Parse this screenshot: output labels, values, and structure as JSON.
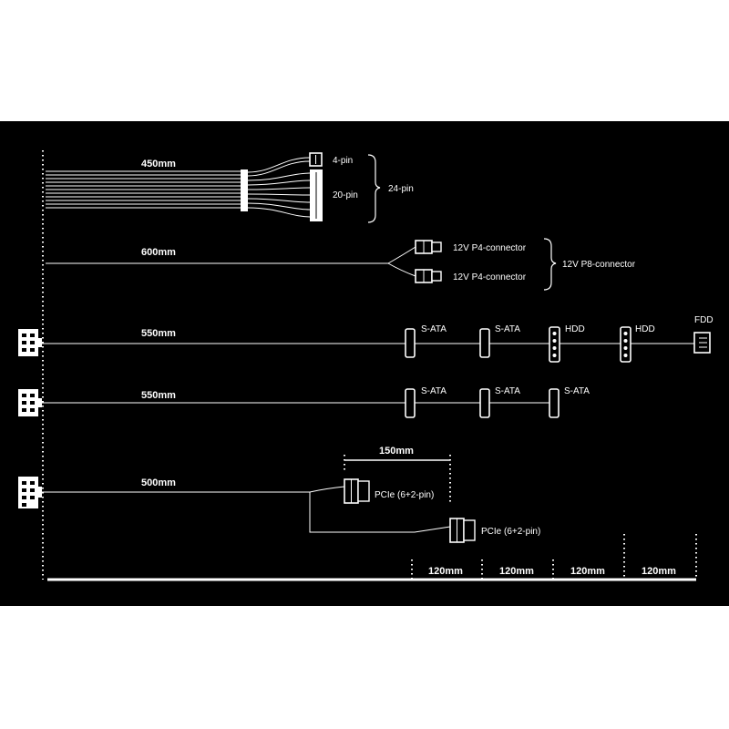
{
  "diagram": {
    "colors": {
      "background": "#000000",
      "foreground": "#ffffff",
      "page": "#ffffff"
    },
    "cable_atx": {
      "length": "450mm",
      "pin4": "4-pin",
      "pin20": "20-pin",
      "pin24": "24-pin"
    },
    "cable_cpu": {
      "length": "600mm",
      "p4_top": "12V P4-connector",
      "p4_bottom": "12V P4-connector",
      "p8": "12V P8-connector"
    },
    "cable_peripheral1": {
      "length": "550mm",
      "sata1": "S-ATA",
      "sata2": "S-ATA",
      "hdd1": "HDD",
      "hdd2": "HDD",
      "fdd": "FDD"
    },
    "cable_peripheral2": {
      "length": "550mm",
      "sata1": "S-ATA",
      "sata2": "S-ATA",
      "sata3": "S-ATA"
    },
    "cable_pcie": {
      "length": "500mm",
      "spacing": "150mm",
      "pcie1": "PCIe (6+2-pin)",
      "pcie2": "PCIe (6+2-pin)"
    },
    "scale": {
      "seg1": "120mm",
      "seg2": "120mm",
      "seg3": "120mm",
      "seg4": "120mm"
    }
  }
}
